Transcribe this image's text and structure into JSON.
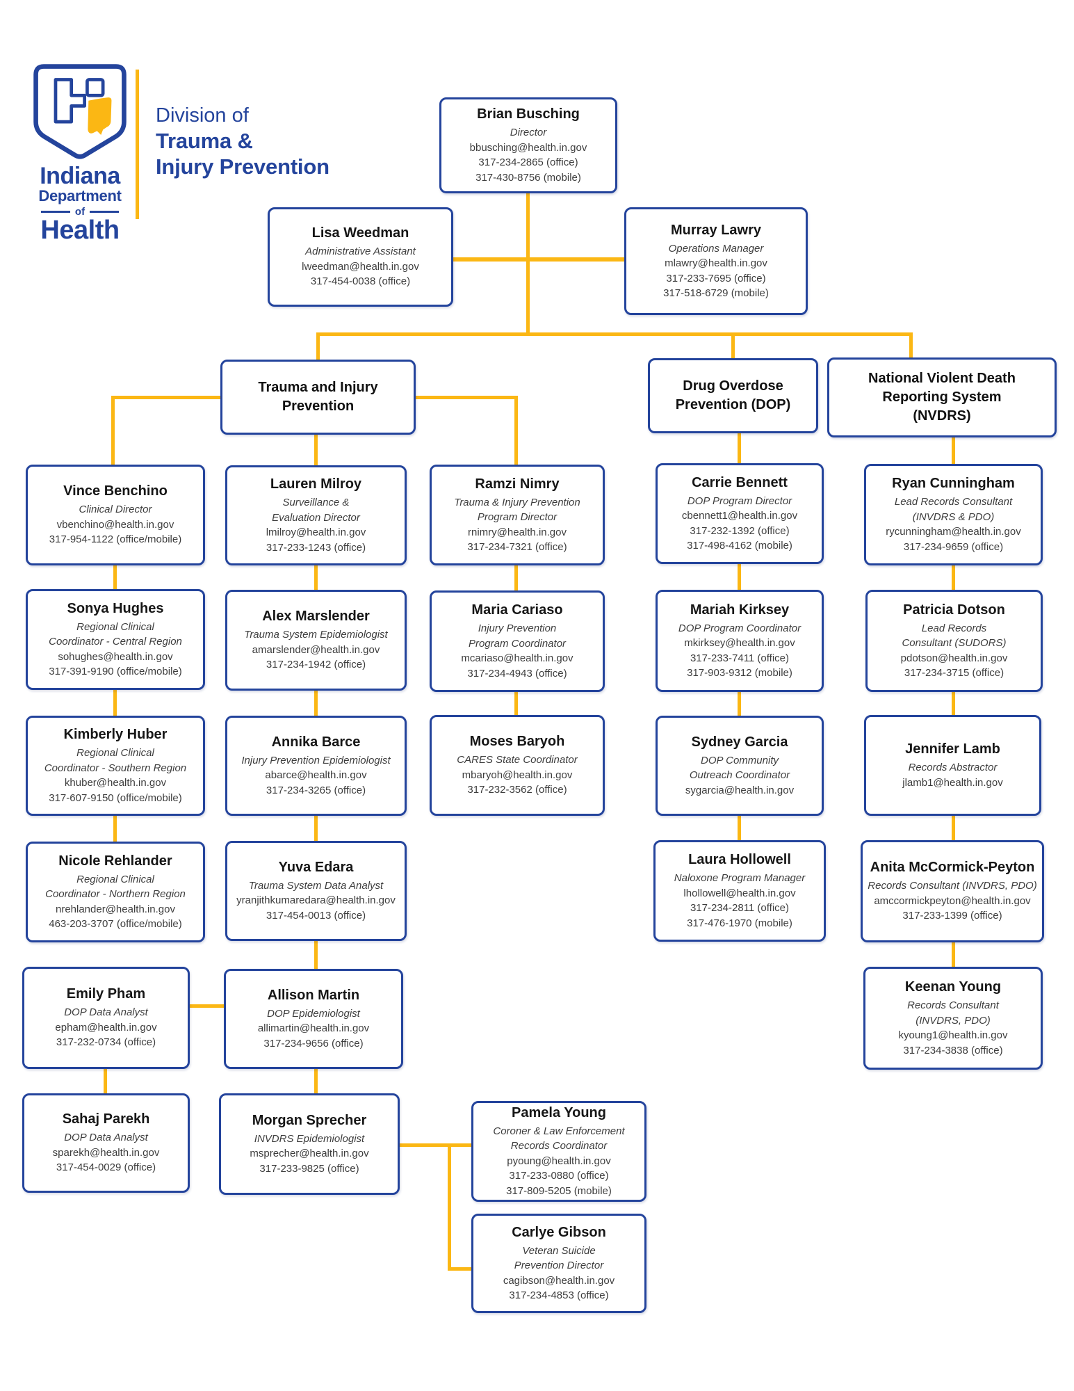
{
  "colors": {
    "navy": "#24449C",
    "gold": "#FBB714"
  },
  "brand": {
    "name_line1": "Indiana",
    "name_line2": "Department",
    "name_line3": "of",
    "name_line4": "Health"
  },
  "header": {
    "division_prefix": "Division of",
    "division_line1": "Trauma &",
    "division_line2": "Injury Prevention"
  },
  "groups": [
    {
      "id": "tip",
      "label_lines": [
        "Trauma and Injury",
        "Prevention"
      ]
    },
    {
      "id": "dop",
      "label_lines": [
        "Drug Overdose",
        "Prevention (DOP)"
      ]
    },
    {
      "id": "nvdrs",
      "label_lines": [
        "National Violent Death",
        "Reporting System",
        "(NVDRS)"
      ]
    }
  ],
  "people": [
    {
      "id": "busching",
      "name": "Brian Busching",
      "title_lines": [
        "Director"
      ],
      "email": "bbusching@health.in.gov",
      "phones": [
        "317-234-2865 (office)",
        "317-430-8756 (mobile)"
      ]
    },
    {
      "id": "weedman",
      "name": "Lisa Weedman",
      "title_lines": [
        "Administrative Assistant"
      ],
      "email": "lweedman@health.in.gov",
      "phones": [
        "317-454-0038 (office)"
      ]
    },
    {
      "id": "lawry",
      "name": "Murray Lawry",
      "title_lines": [
        "Operations Manager"
      ],
      "email": "mlawry@health.in.gov",
      "phones": [
        "317-233-7695 (office)",
        "317-518-6729 (mobile)"
      ]
    },
    {
      "id": "benchino",
      "name": "Vince Benchino",
      "title_lines": [
        "Clinical Director"
      ],
      "email": "vbenchino@health.in.gov",
      "phones": [
        "317-954-1122 (office/mobile)"
      ]
    },
    {
      "id": "hughes",
      "name": "Sonya Hughes",
      "title_lines": [
        "Regional Clinical",
        "Coordinator - Central Region"
      ],
      "email": "sohughes@health.in.gov",
      "phones": [
        "317-391-9190 (office/mobile)"
      ]
    },
    {
      "id": "huber",
      "name": "Kimberly Huber",
      "title_lines": [
        "Regional Clinical",
        "Coordinator - Southern Region"
      ],
      "email": "khuber@health.in.gov",
      "phones": [
        "317-607-9150 (office/mobile)"
      ]
    },
    {
      "id": "rehlander",
      "name": "Nicole Rehlander",
      "title_lines": [
        "Regional Clinical",
        "Coordinator - Northern Region"
      ],
      "email": "nrehlander@health.in.gov",
      "phones": [
        "463-203-3707 (office/mobile)"
      ]
    },
    {
      "id": "pham",
      "name": "Emily Pham",
      "title_lines": [
        "DOP Data Analyst"
      ],
      "email": "epham@health.in.gov",
      "phones": [
        "317-232-0734 (office)"
      ]
    },
    {
      "id": "parekh",
      "name": "Sahaj Parekh",
      "title_lines": [
        "DOP Data Analyst"
      ],
      "email": "sparekh@health.in.gov",
      "phones": [
        "317-454-0029 (office)"
      ]
    },
    {
      "id": "milroy",
      "name": "Lauren Milroy",
      "title_lines": [
        "Surveillance &",
        "Evaluation Director"
      ],
      "email": "lmilroy@health.in.gov",
      "phones": [
        "317-233-1243 (office)"
      ]
    },
    {
      "id": "marslender",
      "name": "Alex Marslender",
      "title_lines": [
        "Trauma System Epidemiologist"
      ],
      "email": "amarslender@health.in.gov",
      "phones": [
        "317-234-1942 (office)"
      ]
    },
    {
      "id": "barce",
      "name": "Annika Barce",
      "title_lines": [
        "Injury Prevention Epidemiologist"
      ],
      "email": "abarce@health.in.gov",
      "phones": [
        "317-234-3265 (office)"
      ]
    },
    {
      "id": "edara",
      "name": "Yuva Edara",
      "title_lines": [
        "Trauma System Data Analyst"
      ],
      "email": "yranjithkumaredara@health.in.gov",
      "phones": [
        "317-454-0013 (office)"
      ]
    },
    {
      "id": "martin",
      "name": "Allison Martin",
      "title_lines": [
        "DOP Epidemiologist"
      ],
      "email": "allimartin@health.in.gov",
      "phones": [
        "317-234-9656 (office)"
      ]
    },
    {
      "id": "sprecher",
      "name": "Morgan Sprecher",
      "title_lines": [
        "INVDRS Epidemiologist"
      ],
      "email": "msprecher@health.in.gov",
      "phones": [
        "317-233-9825 (office)"
      ]
    },
    {
      "id": "nimry",
      "name": "Ramzi Nimry",
      "title_lines": [
        "Trauma & Injury Prevention",
        "Program Director"
      ],
      "email": "rnimry@health.in.gov",
      "phones": [
        "317-234-7321 (office)"
      ]
    },
    {
      "id": "cariaso",
      "name": "Maria Cariaso",
      "title_lines": [
        "Injury Prevention",
        "Program Coordinator"
      ],
      "email": "mcariaso@health.in.gov",
      "phones": [
        "317-234-4943 (office)"
      ]
    },
    {
      "id": "baryoh",
      "name": "Moses Baryoh",
      "title_lines": [
        "CARES State Coordinator"
      ],
      "email": "mbaryoh@health.in.gov",
      "phones": [
        "317-232-3562 (office)"
      ]
    },
    {
      "id": "pyoung",
      "name": "Pamela Young",
      "title_lines": [
        "Coroner & Law Enforcement",
        "Records Coordinator"
      ],
      "email": "pyoung@health.in.gov",
      "phones": [
        "317-233-0880 (office)",
        "317-809-5205 (mobile)"
      ]
    },
    {
      "id": "gibson",
      "name": "Carlye Gibson",
      "title_lines": [
        "Veteran Suicide",
        "Prevention Director"
      ],
      "email": "cagibson@health.in.gov",
      "phones": [
        "317-234-4853 (office)"
      ]
    },
    {
      "id": "bennett",
      "name": "Carrie Bennett",
      "title_lines": [
        "DOP Program Director"
      ],
      "email": "cbennett1@health.in.gov",
      "phones": [
        "317-232-1392 (office)",
        "317-498-4162 (mobile)"
      ]
    },
    {
      "id": "kirksey",
      "name": "Mariah Kirksey",
      "title_lines": [
        "DOP Program Coordinator"
      ],
      "email": "mkirksey@health.in.gov",
      "phones": [
        "317-233-7411 (office)",
        "317-903-9312 (mobile)"
      ]
    },
    {
      "id": "garcia",
      "name": "Sydney Garcia",
      "title_lines": [
        "DOP Community",
        "Outreach Coordinator"
      ],
      "email": "sygarcia@health.in.gov",
      "phones": []
    },
    {
      "id": "hollowell",
      "name": "Laura Hollowell",
      "title_lines": [
        "Naloxone Program Manager"
      ],
      "email": "lhollowell@health.in.gov",
      "phones": [
        "317-234-2811 (office)",
        "317-476-1970 (mobile)"
      ]
    },
    {
      "id": "cunningham",
      "name": "Ryan Cunningham",
      "title_lines": [
        "Lead Records Consultant",
        "(INVDRS & PDO)"
      ],
      "email": "rycunningham@health.in.gov",
      "phones": [
        "317-234-9659 (office)"
      ]
    },
    {
      "id": "dotson",
      "name": "Patricia Dotson",
      "title_lines": [
        "Lead Records",
        "Consultant (SUDORS)"
      ],
      "email": "pdotson@health.in.gov",
      "phones": [
        "317-234-3715 (office)"
      ]
    },
    {
      "id": "lamb",
      "name": "Jennifer Lamb",
      "title_lines": [
        "Records Abstractor"
      ],
      "email": "jlamb1@health.in.gov",
      "phones": []
    },
    {
      "id": "mccormick",
      "name": "Anita McCormick-Peyton",
      "title_lines": [
        "Records Consultant (INVDRS, PDO)"
      ],
      "email": "amccormickpeyton@health.in.gov",
      "phones": [
        "317-233-1399 (office)"
      ]
    },
    {
      "id": "kyoung",
      "name": "Keenan Young",
      "title_lines": [
        "Records Consultant",
        "(INVDRS, PDO)"
      ],
      "email": "kyoung1@health.in.gov",
      "phones": [
        "317-234-3838 (office)"
      ]
    }
  ]
}
